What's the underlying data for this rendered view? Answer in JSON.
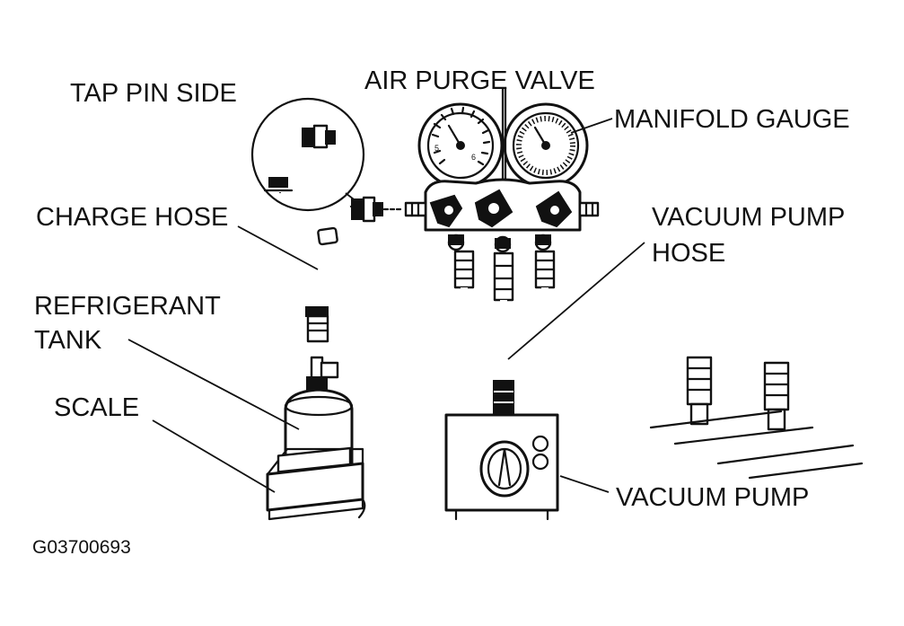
{
  "labels": {
    "tap_pin_side": "TAP PIN SIDE",
    "air_purge_valve": "AIR PURGE VALVE",
    "manifold_gauge": "MANIFOLD GAUGE",
    "charge_hose": "CHARGE HOSE",
    "vacuum_pump_hose_line1": "VACUUM PUMP",
    "vacuum_pump_hose_line2": "HOSE",
    "refrigerant_tank_line1": "REFRIGERANT",
    "refrigerant_tank_line2": "TANK",
    "scale": "SCALE",
    "vacuum_pump": "VACUUM PUMP"
  },
  "figure_code": "G03700693",
  "colors": {
    "ink": "#111111",
    "paper": "#ffffff"
  }
}
